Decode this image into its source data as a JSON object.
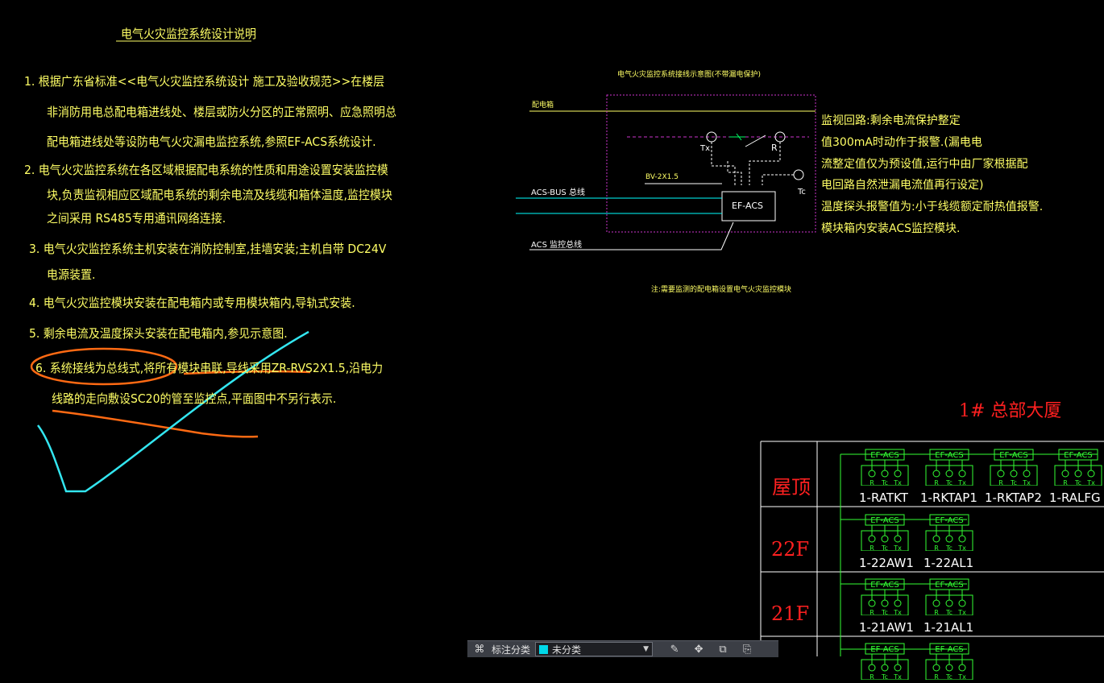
{
  "notes": {
    "title": "电气火灾监控系统设计说明",
    "lines": [
      "1. 根据广东省标准<<电气火灾监控系统设计 施工及验收规范>>在楼层",
      "非消防用电总配电箱进线处、楼层或防火分区的正常照明、应急照明总",
      "配电箱进线处等设防电气火灾漏电监控系统,参照EF-ACS系统设计.",
      "2. 电气火灾监控系统在各区域根据配电系统的性质和用途设置安装监控模",
      "块,负责监视相应区域配电系统的剩余电流及线缆和箱体温度,监控模块",
      "之间采用 RS485专用通讯网络连接.",
      "3. 电气火灾监控系统主机安装在消防控制室,挂墙安装;主机自带 DC24V",
      "电源装置.",
      "4. 电气火灾监控模块安装在配电箱内或专用模块箱内,导轨式安装.",
      "5. 剩余电流及温度探头安装在配电箱内,参见示意图.",
      "6. 系统接线为总线式,将所有模块串联,导线采用ZR-RVS2X1.5,沿电力",
      "线路的走向敷设SC20的管至监控点,平面图中不另行表示."
    ]
  },
  "schematic": {
    "title": "电气火灾监控系统接线示意图(不带漏电保护)",
    "caption": "注:需要监测的配电箱设置电气火灾监控模块",
    "feeder_label": "配电箱",
    "bus_label": "ACS-BUS 总线",
    "bus_label2": "ACS 监控总线",
    "cable_label": "BV-2X1.5",
    "module_label": "EF-ACS",
    "tx_label": "Tx",
    "r_label": "R",
    "tc_label": "Tc",
    "side_notes": [
      "监视回路:剩余电流保护整定",
      "值300mA时动作于报警.(漏电电",
      "流整定值仅为预设值,运行中由厂家根据配",
      "电回路自然泄漏电流值再行设定)",
      "温度探头报警值为:小于线缆额定耐热值报警.",
      "模块箱内安装ACS监控模块."
    ]
  },
  "building": {
    "title": "1# 总部大厦",
    "floors": [
      {
        "label": "屋顶",
        "modules": [
          "1-RATKT",
          "1-RKTAP1",
          "1-RKTAP2",
          "1-RALFG"
        ]
      },
      {
        "label": "22F",
        "modules": [
          "1-22AW1",
          "1-22AL1"
        ]
      },
      {
        "label": "21F",
        "modules": [
          "1-21AW1",
          "1-21AL1"
        ]
      }
    ],
    "module_label": "EF-ACS",
    "terminal_labels": [
      "R",
      "Tc",
      "Tx"
    ]
  },
  "toolbar": {
    "label": "标注分类",
    "category_value": "未分类",
    "category_color": "#00d8e8",
    "icons": [
      "annotate-category-icon",
      "edit-icon",
      "move-icon",
      "copy-icon",
      "paste-icon"
    ]
  },
  "colors": {
    "text": "#ffff66",
    "bus": "#00ffff",
    "enclosure": "#cc33cc",
    "module": "#33ff33",
    "floor_label": "#ff2020",
    "markup_orange": "#ff6a13",
    "markup_cyan": "#33e6f0"
  }
}
